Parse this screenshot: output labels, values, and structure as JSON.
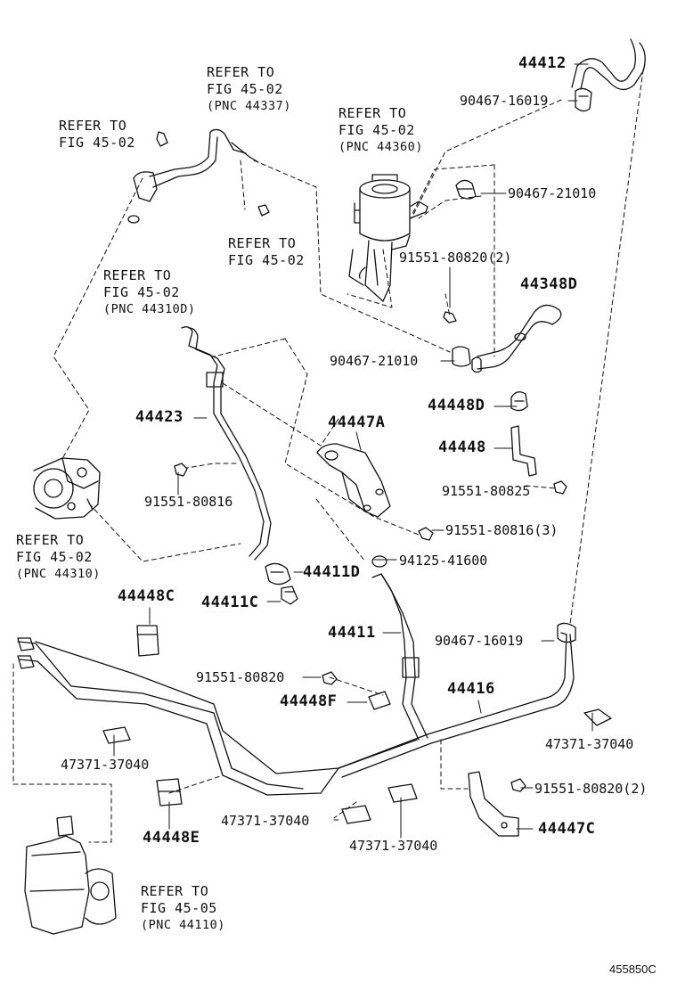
{
  "diagram": {
    "code": "455850C",
    "refs": {
      "ref_top": [
        "REFER TO",
        "FIG 45-02",
        "(PNC 44337)"
      ],
      "ref_left_top": [
        "REFER TO",
        "FIG 45-02"
      ],
      "ref_reservoir": [
        "REFER TO",
        "FIG 45-02",
        "(PNC 44360)"
      ],
      "ref_bolt": [
        "REFER TO",
        "FIG 45-02"
      ],
      "ref_oring": [
        "REFER TO",
        "FIG 45-02",
        "(PNC 44310D)"
      ],
      "ref_pump": [
        "REFER TO",
        "FIG 45-02",
        "(PNC 44310)"
      ],
      "ref_gear": [
        "REFER TO",
        "FIG 45-05",
        "(PNC 44110)"
      ]
    },
    "parts": {
      "p44412": "44412",
      "p90467_16019_top": "90467-16019",
      "p90467_21010_a": "90467-21010",
      "p91551_80820_2_top": "91551-80820(2)",
      "p44348D": "44348D",
      "p90467_21010_b": "90467-21010",
      "p44448D": "44448D",
      "p44447A": "44447A",
      "p44423": "44423",
      "p44448": "44448",
      "p91551_80816": "91551-80816",
      "p91551_80825": "91551-80825",
      "p91551_80816_3": "91551-80816(3)",
      "p94125_41600": "94125-41600",
      "p44411D": "44411D",
      "p44411C": "44411C",
      "p44448C": "44448C",
      "p44411": "44411",
      "p90467_16019_mid": "90467-16019",
      "p91551_80820": "91551-80820",
      "p44416": "44416",
      "p44448F": "44448F",
      "p47371_37040_right": "47371-37040",
      "p47371_37040_left": "47371-37040",
      "p91551_80820_2_bottom": "91551-80820(2)",
      "p47371_37040_mid": "47371-37040",
      "p47371_37040_bottom": "47371-37040",
      "p44448E": "44448E",
      "p44447C": "44447C"
    }
  }
}
